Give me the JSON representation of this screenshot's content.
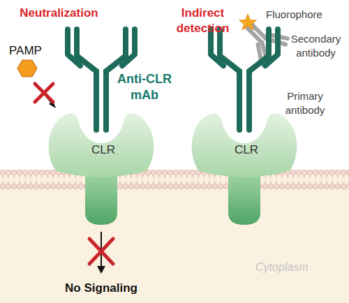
{
  "diagram": {
    "nodes": [
      {
        "text": [
          "CLR"
        ]
      },
      {
        "text": [
          "CLR"
        ]
      }
    ],
    "labels": [
      "Neutralization",
      "PAMP",
      "Indirect detection",
      "Fluorophore",
      "Secondary antibody",
      "Anti-CLR mAb",
      "Primary antibody",
      "Cytoplasm",
      "No Signaling"
    ]
  }
}
